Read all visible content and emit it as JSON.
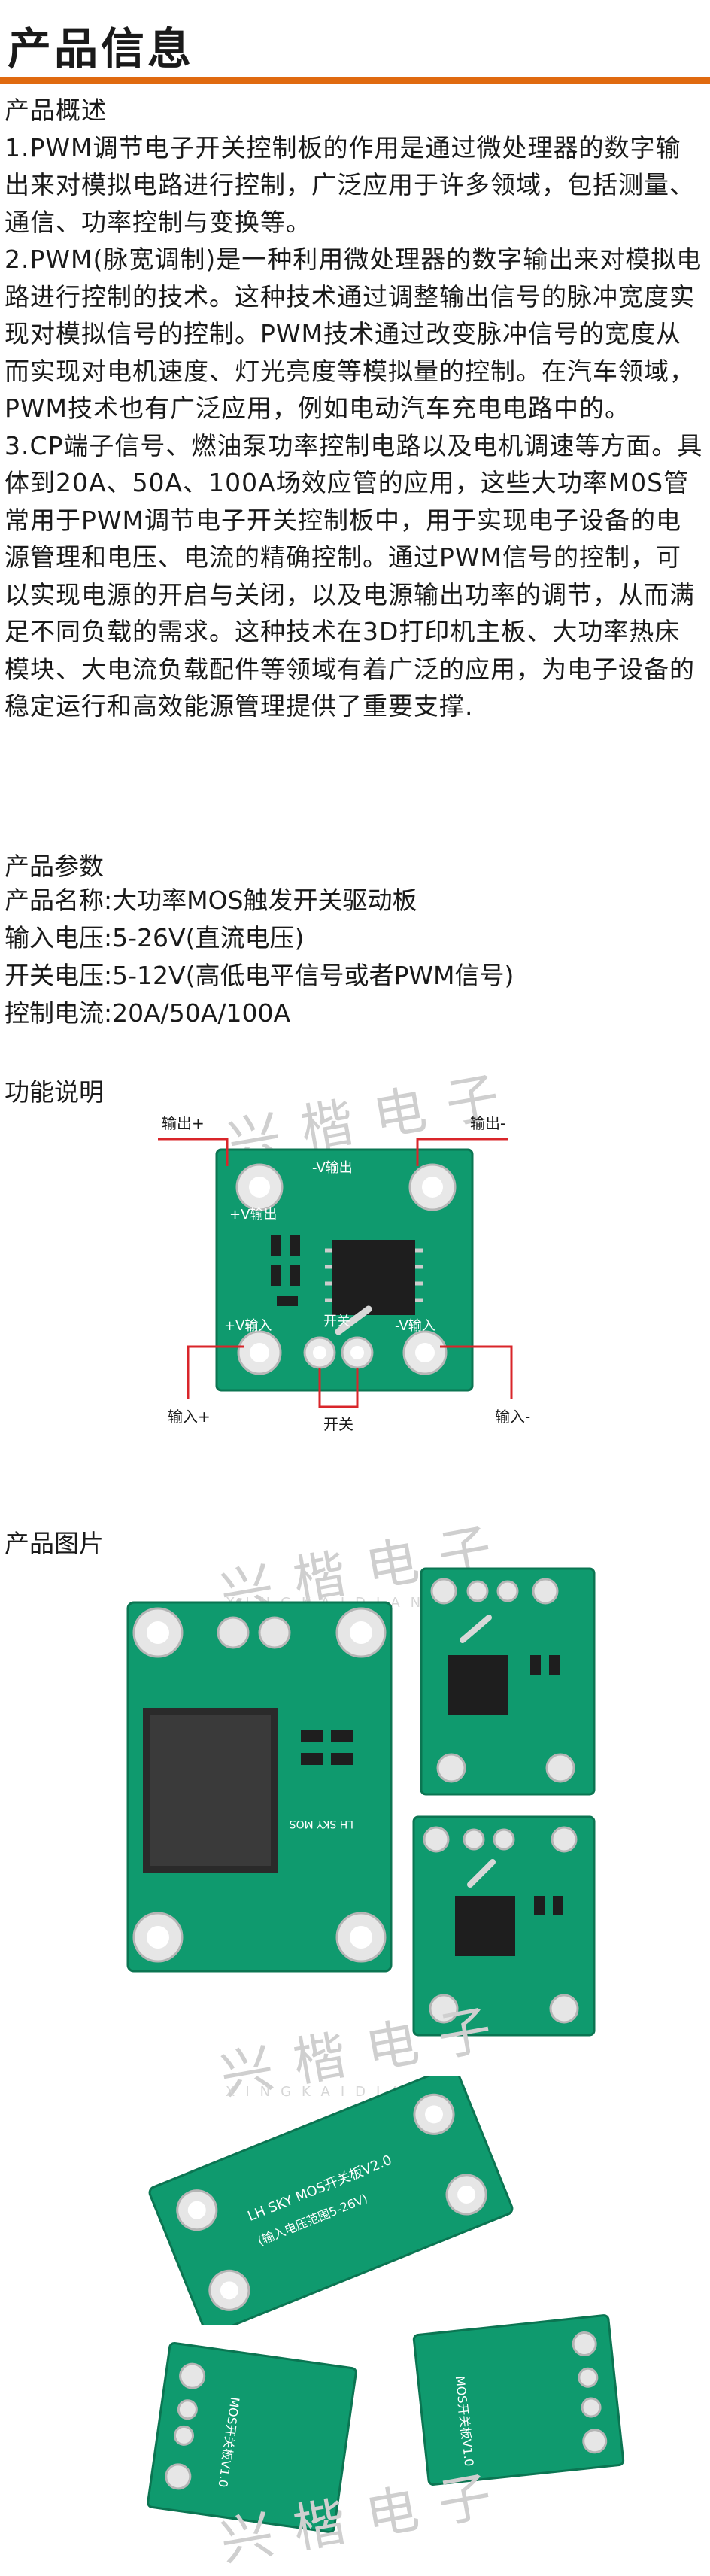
{
  "header": {
    "title": "产品信息"
  },
  "overview": {
    "heading": "产品概述",
    "p1": "1.PWM调节电子开关控制板的作用是通过微处理器的数字输出来对模拟电路进行控制，广泛应用于许多领域，包括测量、通信、功率控制与变换等。",
    "p2": "2.PWM(脉宽调制)是一种利用微处理器的数字输出来对模拟电路进行控制的技术。这种技术通过调整输出信号的脉冲宽度实现对模拟信号的控制。PWM技术通过改变脉冲信号的宽度从而实现对电机速度、灯光亮度等模拟量的控制。在汽车领域，PWM技术也有广泛应用，例如电动汽车充电电路中的。",
    "p3": "3.CP端子信号、燃油泵功率控制电路以及电机调速等方面。具体到20A、50A、100A场效应管的应用，这些大功率M0S管常用于PWM调节电子开关控制板中，用于实现电子设备的电源管理和电压、电流的精确控制。通过PWM信号的控制，可以实现电源的开启与关闭，以及电源输出功率的调节，从而满足不同负载的需求。这种技术在3D打印机主板、大功率热床模块、大电流负载配件等领域有着广泛的应用，为电子设备的稳定运行和高效能源管理提供了重要支撑."
  },
  "params": {
    "heading": "产品参数",
    "name": "产品名称:大功率MOS触发开关驱动板",
    "input_voltage": "输入电压:5-26V(直流电压)",
    "switch_voltage": "开关电压:5-12V(高低电平信号或者PWM信号)",
    "control_current": "控制电流:20A/50A/100A"
  },
  "function": {
    "heading": "功能说明",
    "out_pos": "输出+",
    "out_neg": "输出-",
    "in_pos": "输入+",
    "in_neg": "输入-",
    "switch": "开关",
    "silk_out_pos": "+V输出",
    "silk_out_neg": "-V输出",
    "silk_in_pos": "+V输入",
    "silk_in_neg": "-V输入",
    "silk_switch": "开关"
  },
  "pictures": {
    "heading": "产品图片"
  },
  "watermark": {
    "text": "兴楷电子",
    "sub": "XINGKAIDIANZI"
  },
  "boards": {
    "silk_model": "LH SKY MOS",
    "silk_v2": "LH SKY MOS开关板V2.0",
    "silk_range": "(输入电压范围5-26V)",
    "silk_v1": "MOS开关板V1.0"
  },
  "colors": {
    "accent": "#e06a10",
    "pcb": "#0f9a6e",
    "callout": "#d9252a"
  }
}
